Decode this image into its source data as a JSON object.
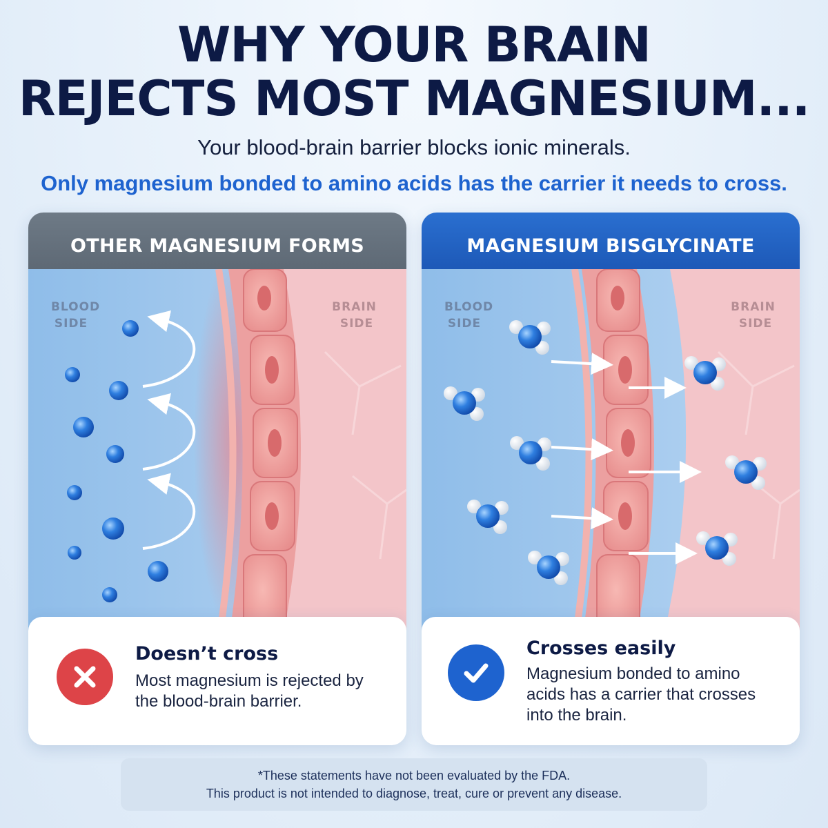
{
  "headline": {
    "line1": "WHY YOUR BRAIN",
    "line2": "REJECTS MOST MAGNESIUM...",
    "subtitle": "Your blood-brain barrier blocks ionic minerals.",
    "accent": "Only magnesium bonded to amino acids has the carrier it needs to cross."
  },
  "left_panel": {
    "header": "OTHER MAGNESIUM FORMS",
    "blood_label_1": "BLOOD",
    "blood_label_2": "SIDE",
    "brain_label_1": "BRAIN",
    "brain_label_2": "SIDE",
    "status_title": "Doesn’t cross",
    "status_text": "Most magnesium is rejected by the blood-brain barrier.",
    "status_icon": "x-icon",
    "status_color": "#dd4448"
  },
  "right_panel": {
    "header": "MAGNESIUM BISGLYCINATE",
    "blood_label_1": "BLOOD",
    "blood_label_2": "SIDE",
    "brain_label_1": "BRAIN",
    "brain_label_2": "SIDE",
    "status_title": "Crosses easily",
    "status_text": "Magnesium bonded to amino acids has a carrier that crosses into the brain.",
    "status_icon": "checkmark-icon",
    "status_color": "#1e63cf"
  },
  "disclaimer": {
    "line1": "*These statements have not been evaluated by the FDA.",
    "line2": "This product is not intended to diagnose, treat, cure or prevent any disease."
  },
  "colors": {
    "title": "#0d1a45",
    "accent_blue": "#1e63cf",
    "left_header": "#636e7a",
    "right_header": "#2163c6",
    "blood_side": "#9cc4ec",
    "brain_side": "#f2c1c6",
    "barrier_cells": "#f0a8a8"
  }
}
